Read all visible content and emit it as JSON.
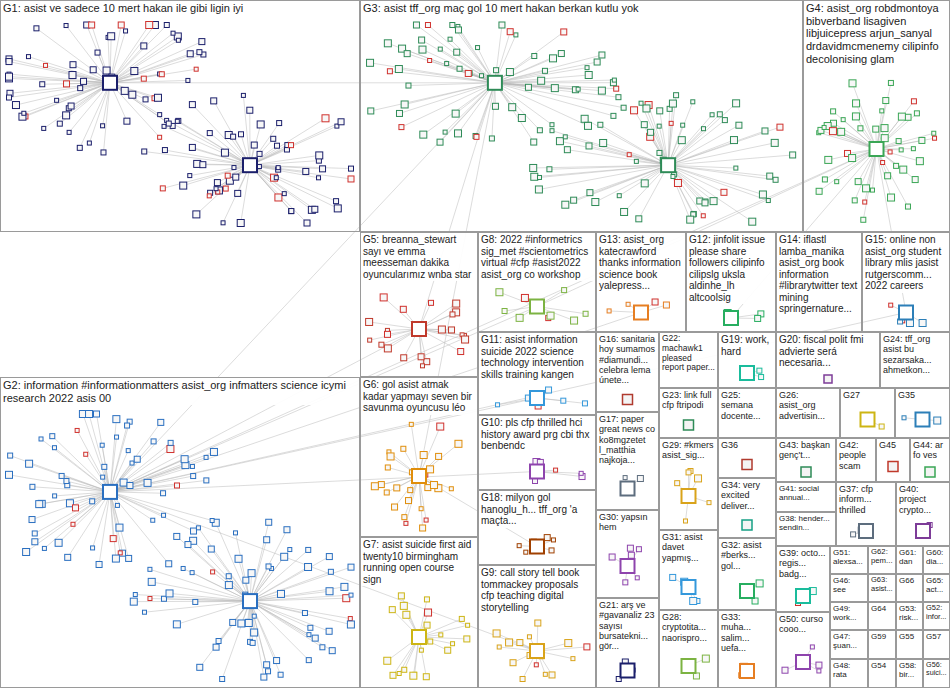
{
  "diagram": {
    "nodes": [
      {
        "text": [
          "G1: asist ve sadece 10 mert hakan ile gibi ligin iyi"
        ]
      },
      {
        "text": [
          "G2: information #informationmatters asist_org infmatters science icymi research 2022 asis 00"
        ]
      },
      {
        "text": [
          "G3: asist tff_org maç gol 10 mert hakan berkan kutlu yok"
        ]
      },
      {
        "text": [
          "G4: asist_org robdmontoya bibverband lisagiven libjuicepress arjun_sanyal drdavidmcmenemy cilipinfo decolonising glam"
        ]
      },
      {
        "text": [
          "G5: breanna_stewart sayı ve emma meesseman dakika oyuncularımız wnba star"
        ]
      },
      {
        "text": [
          "G6: gol asist atmak kadar yapmayı seven bir savunma oyuncusu léo"
        ]
      },
      {
        "text": [
          "G7: asist suicide first aid twenty10 birmingham running open course sign"
        ]
      },
      {
        "text": [
          "G8: 2022 #informetrics sig_met #scientometrics virtual #cfp #asist2022 asist_org co workshop"
        ]
      },
      {
        "text": [
          "G9: call story tell book tommackey proposals cfp teaching digital storytelling"
        ]
      },
      {
        "text": [
          "G10: pls cfp thrilled hci history award prg cbi thx benbendc"
        ]
      },
      {
        "text": [
          "G11: asist information suicide 2022 science technology intervention skills training kangen"
        ]
      },
      {
        "text": [
          "G12: jinfolit issue please share followers cilipinfo cilipslg uksla aldinhe_lh altcoolsig"
        ]
      },
      {
        "text": [
          "G13: asist_org katecrawford thanks information science book yalepress..."
        ]
      },
      {
        "text": [
          "G14: iflastl lamba_manika asist_org book information #librarytwitter text mining springernature..."
        ]
      },
      {
        "text": [
          "G15: online non asist_org student library mlis jasist rutgerscomm... 2022 careers"
        ]
      },
      {
        "text": [
          "G16: sanitaria hoy sumamos #diamundi... celebra lema únete..."
        ]
      },
      {
        "text": [
          "G17: paper great news co ko8mgzetet l_matthia najkoja..."
        ]
      },
      {
        "text": [
          "G18: milyon gol hanoglu_h... tff_org 'a maçta..."
        ]
      },
      {
        "text": [
          "G19: work, hard"
        ]
      },
      {
        "text": [
          "G20: fiscal polit fmi advierte será necesaria..."
        ]
      },
      {
        "text": [
          "G21: arş ve #gavanaliz 23 sayısı bursatekni... gör..."
        ]
      },
      {
        "text": [
          "G22: machawk1 pleased report paper..."
        ]
      },
      {
        "text": [
          "G23: link full cfp ftripodi"
        ]
      },
      {
        "text": [
          "G24: tff_org asist bu sezarsaka... ahmetkon..."
        ]
      },
      {
        "text": [
          "G25: semana docente..."
        ]
      },
      {
        "text": [
          "G26: asist_org advertisin..."
        ]
      },
      {
        "text": [
          "G27"
        ]
      },
      {
        "text": [
          "G28: cryptotita... naorispro..."
        ]
      },
      {
        "text": [
          "G29: #kmers asist_sig..."
        ]
      },
      {
        "text": [
          "G30: yapsın hem"
        ]
      },
      {
        "text": [
          "G31: asist davet yapmış..."
        ]
      },
      {
        "text": [
          "G32: asist #berks... gol..."
        ]
      },
      {
        "text": [
          "G33: muha... salim... uefa..."
        ]
      },
      {
        "text": [
          "G34: very excited deliver..."
        ]
      },
      {
        "text": [
          "G35"
        ]
      },
      {
        "text": [
          "G36"
        ]
      },
      {
        "text": [
          "G37: cfp inform... thrilled"
        ]
      },
      {
        "text": [
          "G38: hender... sendin..."
        ]
      },
      {
        "text": [
          "G39: octo... regis... badg..."
        ]
      },
      {
        "text": [
          "G40: project crypto..."
        ]
      },
      {
        "text": [
          "G41: social annual..."
        ]
      },
      {
        "text": [
          "G42: people scam"
        ]
      },
      {
        "text": [
          "G43: başkan genç't..."
        ]
      },
      {
        "text": [
          "G44: ar fo ves"
        ]
      },
      {
        "text": [
          "G45"
        ]
      },
      {
        "text": [
          "G46: see"
        ]
      },
      {
        "text": [
          "G47: şuan..."
        ]
      },
      {
        "text": [
          "G48: rata"
        ]
      },
      {
        "text": [
          "G49: work..."
        ]
      },
      {
        "text": [
          "G50: curso cooo..."
        ]
      },
      {
        "text": [
          "G51: alexsa..."
        ]
      },
      {
        "text": [
          "G52: infor..."
        ]
      },
      {
        "text": [
          "G53: risk..."
        ]
      },
      {
        "text": [
          "G54"
        ]
      },
      {
        "text": [
          "G55"
        ]
      },
      {
        "text": [
          "G56: suici..."
        ]
      },
      {
        "text": [
          "G57"
        ]
      },
      {
        "text": [
          "G58: bir..."
        ]
      },
      {
        "text": [
          "G59"
        ]
      },
      {
        "text": [
          "G60: dia..."
        ]
      },
      {
        "text": [
          "G61: dan"
        ]
      },
      {
        "text": [
          "G62: pem..."
        ]
      },
      {
        "text": [
          "G63: asist..."
        ]
      },
      {
        "text": [
          "G64"
        ]
      },
      {
        "text": [
          "G65: act..."
        ]
      },
      {
        "text": [
          "G66"
        ]
      }
    ]
  }
}
